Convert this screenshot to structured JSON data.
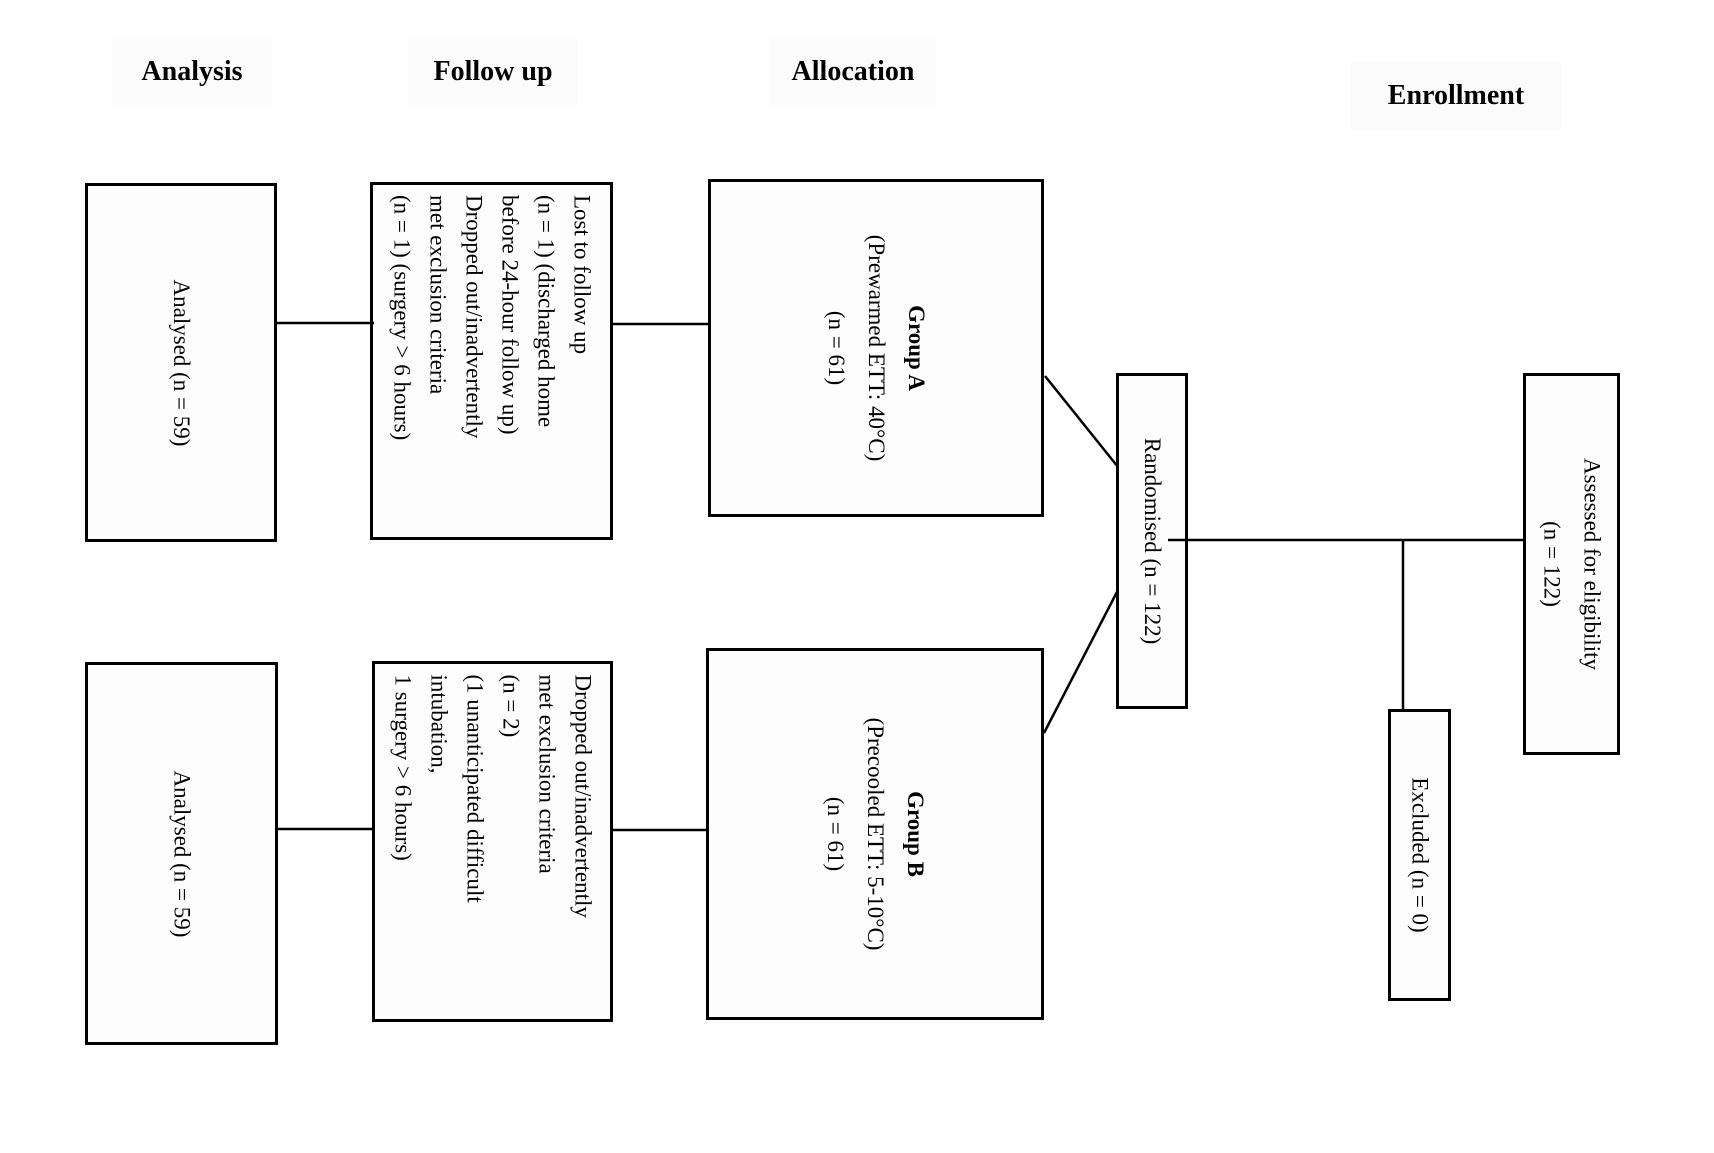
{
  "headers": {
    "analysis": "Analysis",
    "follow_up": "Follow up",
    "allocation": "Allocation",
    "enrollment": "Enrollment"
  },
  "nodes": {
    "analysed_top": {
      "lines": [
        "Analysed (n = 59)"
      ]
    },
    "followup_top": {
      "lines": [
        "Lost to follow up",
        "(n = 1) (discharged home",
        "before 24-hour follow up)",
        "Dropped out/inadvertently",
        "met exclusion criteria",
        "(n = 1) (surgery > 6 hours)"
      ]
    },
    "group_a": {
      "lines": [
        "Group A",
        "(Prewarmed ETT: 40°C)",
        "(n = 61)"
      ]
    },
    "randomised": {
      "lines": [
        "Randomised (n = 122)"
      ]
    },
    "assessed": {
      "lines": [
        "Assessed for eligibility",
        "(n = 122)"
      ]
    },
    "excluded": {
      "lines": [
        "Excluded (n = 0)"
      ]
    },
    "group_b": {
      "lines": [
        "Group B",
        "(Precooled ETT: 5-10°C)",
        "(n = 61)"
      ]
    },
    "followup_bottom": {
      "lines": [
        "Dropped out/inadvertently",
        "met exclusion criteria",
        "(n = 2)",
        "(1 unanticipated difficult",
        "intubation,",
        "1 surgery > 6 hours)"
      ]
    },
    "analysed_bottom": {
      "lines": [
        "Analysed (n = 59)"
      ]
    }
  },
  "colors": {
    "background": "#ffffff",
    "box_fill": "#fdfdfd",
    "line": "#000000",
    "header_bg": "#fbfbfb"
  }
}
